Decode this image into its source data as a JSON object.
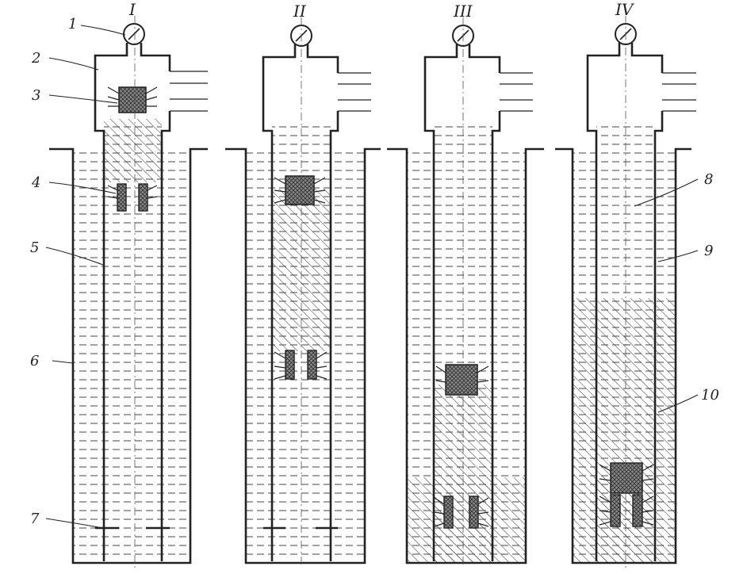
{
  "stages": [
    "I",
    "II",
    "III",
    "IV"
  ],
  "labels": [
    "1",
    "2",
    "3",
    "4",
    "5",
    "6",
    "7",
    "8",
    "9",
    "10"
  ]
}
